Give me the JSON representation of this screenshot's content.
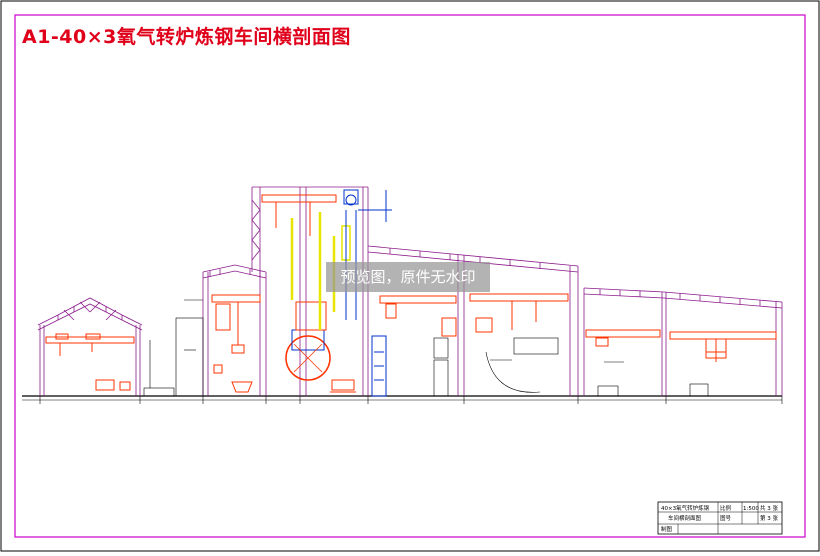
{
  "drawing": {
    "title": "A1-40×3氧气转炉炼钢车间横剖面图",
    "watermark": "预览图，原件无水印",
    "colors": {
      "border": "#cc00cc",
      "title": "#e0001a",
      "truss": "#8b1a8b",
      "equipment": "#ff3300",
      "yellow": "#e6e600",
      "blue": "#0033cc",
      "ground": "#000000"
    }
  },
  "title_block": {
    "name_line1": "40×3氧气转炉炼钢",
    "name_line2": "车间横剖面图",
    "scale_value": "1:500",
    "sheet_total": "共 3 张",
    "sheet_no": "第 3 张",
    "label_drawn": "比例",
    "label_no": "图号",
    "label_sign": "制图"
  }
}
